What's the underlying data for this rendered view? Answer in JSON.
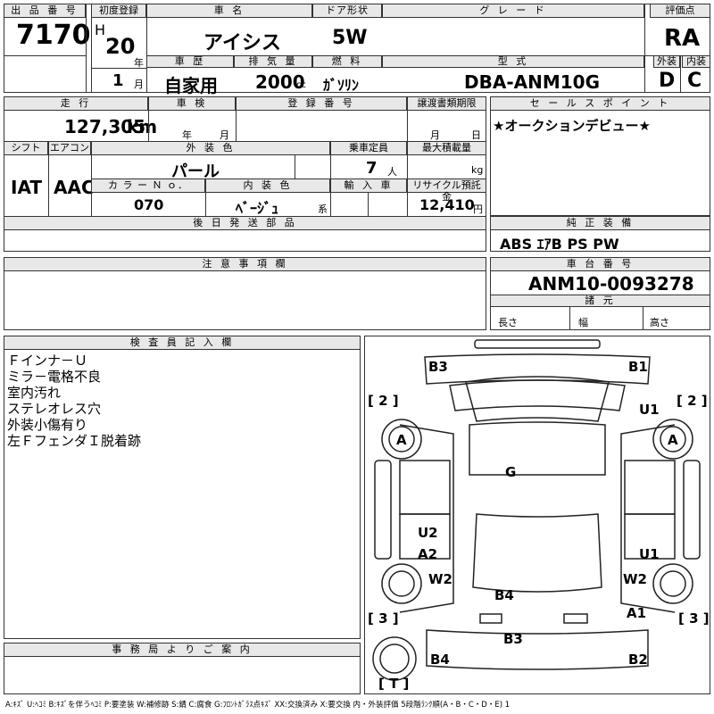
{
  "header": {
    "lot_no_label": "出 品 番 号",
    "lot_no": "7170",
    "first_reg_label": "初度登録",
    "era": "H",
    "year": "20",
    "year_unit": "年",
    "month": "1",
    "month_unit": "月",
    "car_name_label": "車 名",
    "car_name": "アイシス",
    "door_label": "ドア形状",
    "door": "5W",
    "grade_label": "グ レ ー ド",
    "grade": "",
    "score_label": "評価点",
    "score": "RA",
    "history_label": "車 歴",
    "history": "自家用",
    "displacement_label": "排 気 量",
    "displacement": "2000",
    "displacement_unit": "cc",
    "fuel_label": "燃 料",
    "fuel": "ｶﾞｿﾘﾝ",
    "model_label": "型 式",
    "model": "DBA-ANM10G",
    "exterior_label": "外装",
    "exterior": "D",
    "interior_label": "内装",
    "interior": "C"
  },
  "middle": {
    "mileage_label": "走 行",
    "mileage": "127,305",
    "mileage_unit": "km",
    "inspection_label": "車 検",
    "inspection_year": "年",
    "inspection_month": "月",
    "reg_no_label": "登 録 番 号",
    "transfer_label": "譲渡書類期限",
    "transfer_month": "月",
    "transfer_day": "日",
    "shift_label": "シフト",
    "shift": "IAT",
    "ac_label": "エアコン",
    "ac": "AAC",
    "ext_color_label": "外 装 色",
    "ext_color": "パール",
    "capacity_label": "乗車定員",
    "capacity": "7",
    "capacity_unit": "人",
    "max_load_label": "最大積載量",
    "max_load_unit": "kg",
    "color_no_label": "カ ラ ー Ｎ ｏ．",
    "color_no": "070",
    "int_color_label": "内 装 色",
    "int_color": "ﾍﾞｰｼﾞｭ",
    "int_color_unit": "系",
    "import_label": "輸 入 車",
    "recycle_label": "リサイクル預託金",
    "recycle": "12,410",
    "recycle_unit": "円",
    "later_parts_label": "後 日 発 送 部 品"
  },
  "sales": {
    "label": "セ ー ル ス ポ イ ン ト",
    "text": "★オークションデビュー★"
  },
  "equipment": {
    "label": "純 正 装 備",
    "text": "ABS ｴｱB PS PW"
  },
  "notes": {
    "label": "注 意 事 項 欄"
  },
  "chassis": {
    "label": "車 台 番 号",
    "number": "ANM10-0093278",
    "specs_label": "諸 元",
    "length": "長さ",
    "width": "幅",
    "height": "高さ"
  },
  "inspector": {
    "label": "検 査 員 記 入 欄",
    "lines": [
      "Ｆインナ－Ｕ",
      "ミラ－電格不良",
      "室内汚れ",
      "ステレオレス穴",
      "外装小傷有り",
      "左ＦフェンダＩ脱着跡"
    ]
  },
  "office": {
    "label": "事 務 局 よ り ご 案 内"
  },
  "diagram": {
    "marks": [
      "B3",
      "B1",
      "[ 2 ]",
      "[ 2 ]",
      "U1",
      "A",
      "A",
      "G",
      "U2",
      "A2",
      "U1",
      "W2",
      "W2",
      "B4",
      "A1",
      "[ 3 ]",
      "[ 3 ]",
      "B3",
      "B4",
      "B2",
      "[ T ]"
    ]
  },
  "legend": "A:ｷｽﾞ  U:ﾍｺﾐ  B:ｷｽﾞを伴うﾍｺﾐ  P:要塗装  W:補修跡  S:錆  C:腐食  G:ﾌﾛﾝﾄｶﾞﾗｽ点ｷｽﾞ  XX:交換済み  X:要交換   内・外装評価  5段階ﾗﾝｸ順(A・B・C・D・E) 1"
}
